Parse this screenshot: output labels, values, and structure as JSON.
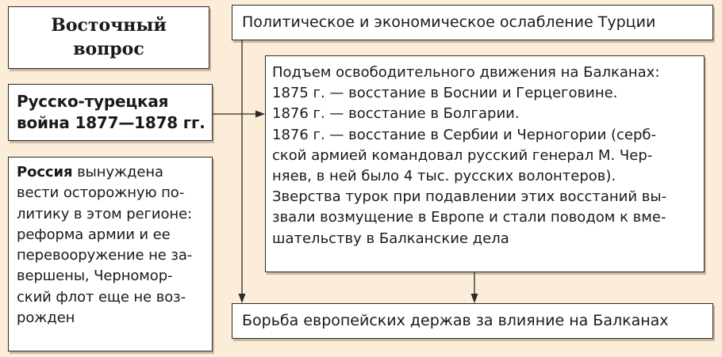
{
  "title": {
    "line1": "Восточный",
    "line2": "вопрос"
  },
  "war": {
    "line1": "Русско-турецкая",
    "line2": "война 1877—1878 гг."
  },
  "russia": {
    "bold_word": "Россия",
    "line1_rest": " вынуждена",
    "lines": [
      "вести осторожную по-",
      "литику в этом регионе:",
      "реформа армии и ее",
      "перевооружение не за-",
      "вершены, Черномор-",
      "ский флот еще не воз-",
      "рожден"
    ]
  },
  "top": {
    "text": "Политическое и экономическое ослабление Турции"
  },
  "center": {
    "lines": [
      "Подъем освободительного движения на Балканах:",
      "1875 г. — восстание в Боснии и Герцеговине.",
      "1876 г. — восстание в Болгарии.",
      "1876 г. — восстание в Сербии и Черногории (серб-",
      "ской армией командовал русский генерал М. Чер-",
      "няев, в ней было 4 тыс. русских волонтеров).",
      "Зверства турок при подавлении этих восстаний вы-",
      "звали возмущение в Европе и стали поводом к вме-",
      "шательству в Балканские дела"
    ]
  },
  "bottom": {
    "text": "Борьба европейских держав за влияние на Балканах"
  },
  "colors": {
    "background": "#fbedd8",
    "box": "#ffffff",
    "border": "#2a2a2a",
    "shadow": "#c9b8a0"
  }
}
